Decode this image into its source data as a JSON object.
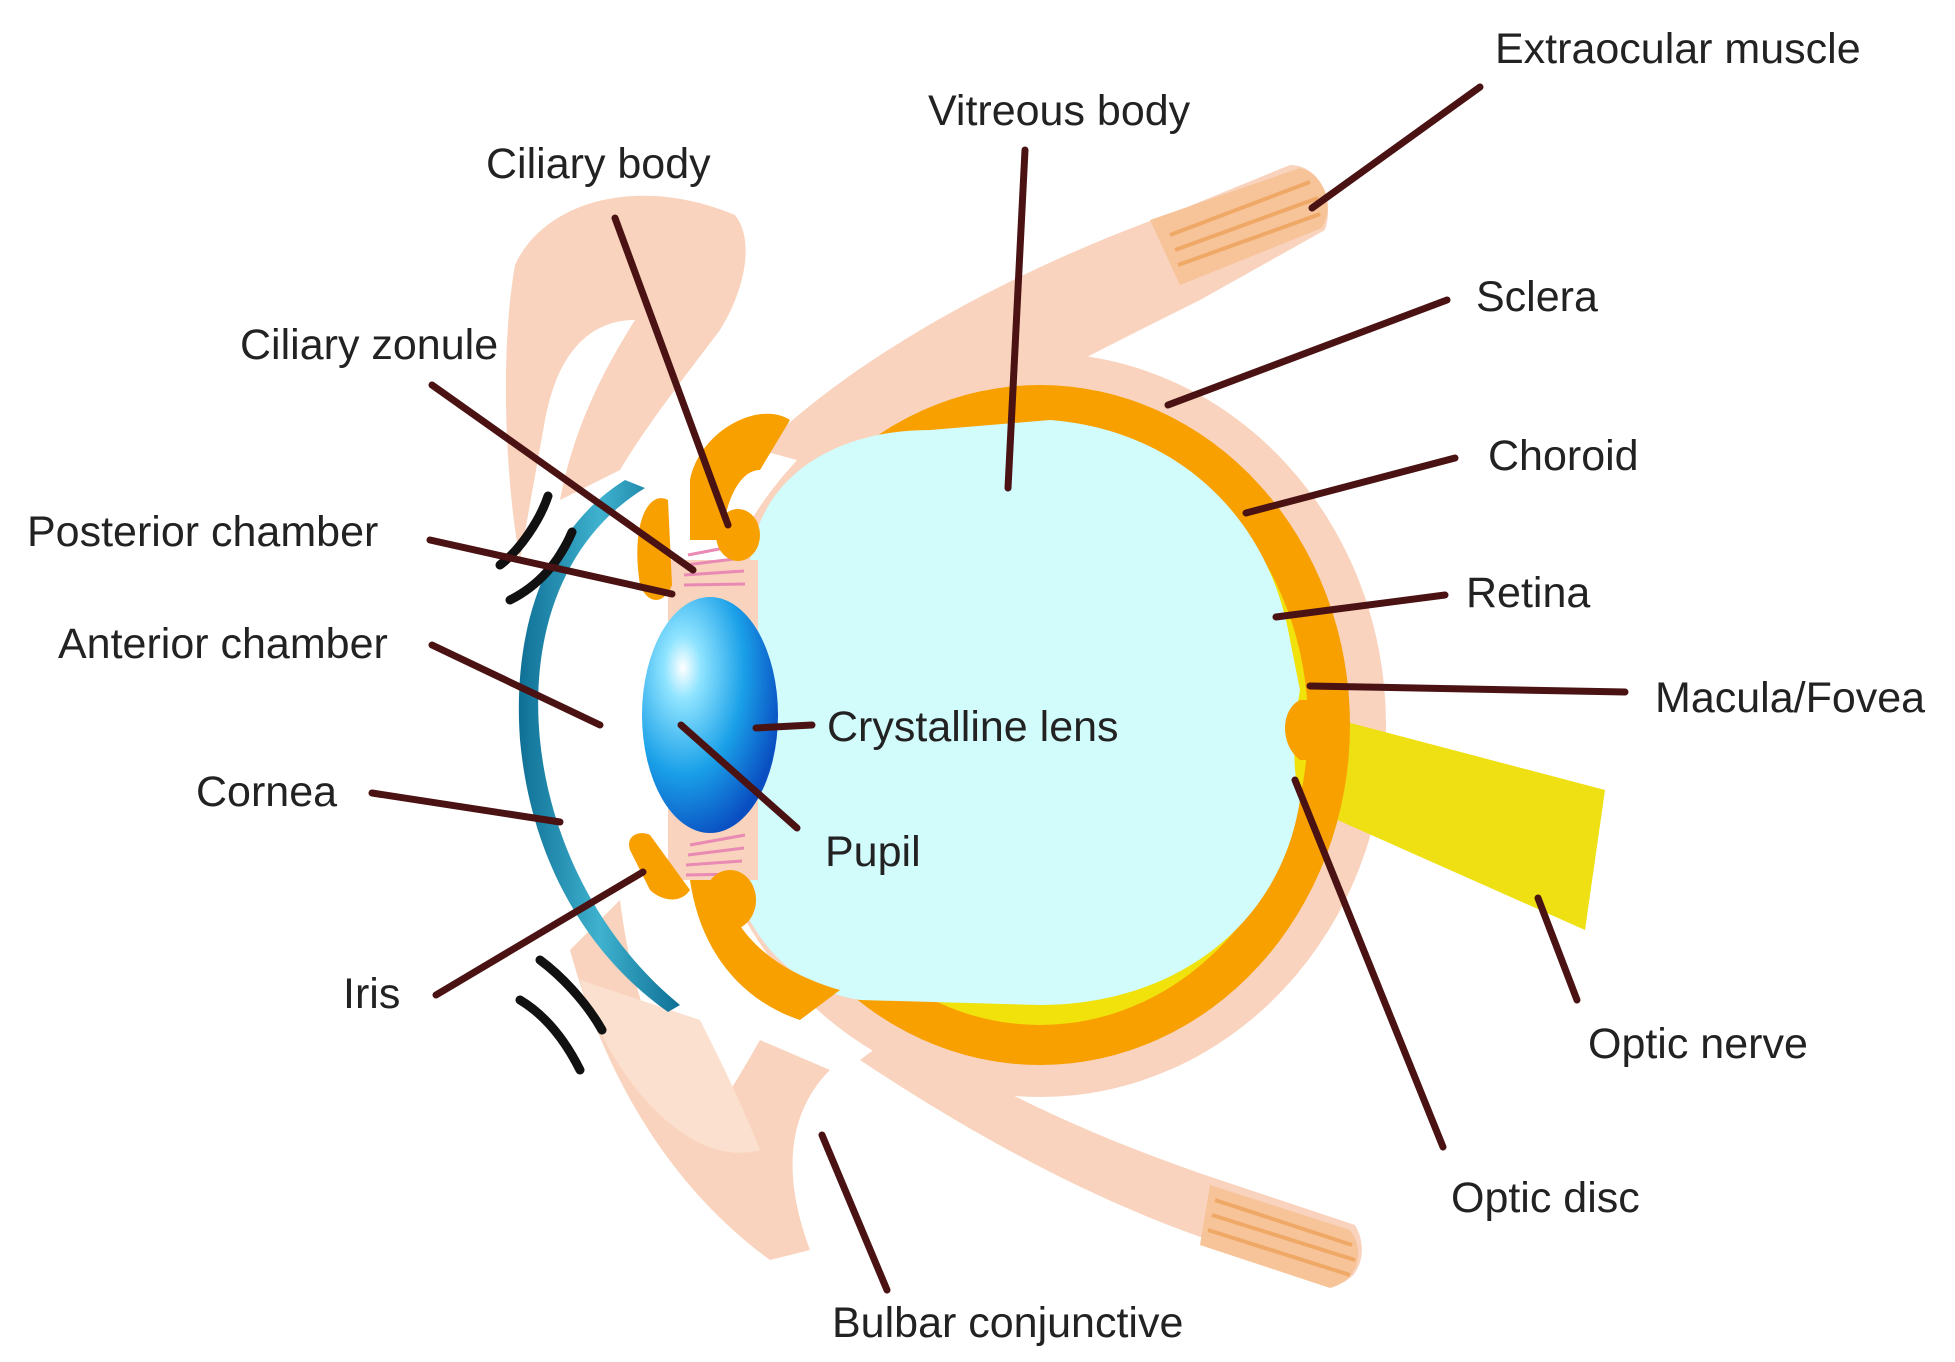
{
  "colors": {
    "skin": "#f9d3bd",
    "muscle_stripes": "#f2b07e",
    "sclera": "#f8a000",
    "retina": "#f0e20a",
    "vitreous": "#d2fbfc",
    "lens_light": "#7fd8ff",
    "lens_dark": "#0a56c8",
    "cornea": "#1d7fa6",
    "zonule": "#e88ab4",
    "leader_line": "#4a1212",
    "text": "#222222"
  },
  "labels": {
    "extraocular_muscle": "Extraocular muscle",
    "vitreous_body": "Vitreous body",
    "ciliary_body": "Ciliary body",
    "sclera": "Sclera",
    "ciliary_zonule": "Ciliary zonule",
    "choroid": "Choroid",
    "posterior_chamber": "Posterior chamber",
    "retina": "Retina",
    "anterior_chamber": "Anterior chamber",
    "macula_fovea": "Macula/Fovea",
    "crystalline_lens": "Crystalline lens",
    "cornea": "Cornea",
    "pupil": "Pupil",
    "iris": "Iris",
    "optic_nerve": "Optic nerve",
    "optic_disc": "Optic disc",
    "bulbar_conjunctive": "Bulbar conjunctive"
  }
}
